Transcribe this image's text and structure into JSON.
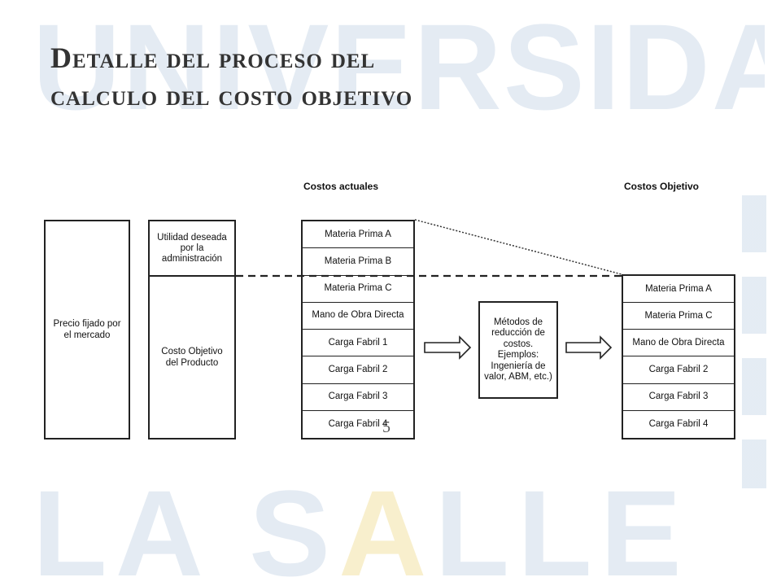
{
  "watermark": {
    "top": "UNIVERSIDAD DE",
    "bottom_a": "LA S",
    "bottom_gold": "A",
    "bottom_b": "LLE"
  },
  "title": {
    "line1": "Detalle del proceso del",
    "line2": "calculo del costo objetivo"
  },
  "diagram": {
    "header_current": "Costos actuales",
    "header_target": "Costos Objetivo",
    "market_price": "Precio fijado por el mercado",
    "desired_profit": "Utilidad deseada por la administración",
    "target_cost": "Costo Objetivo del Producto",
    "current_costs": [
      "Materia Prima A",
      "Materia Prima B",
      "Materia Prima C",
      "Mano de Obra Directa",
      "Carga Fabril 1",
      "Carga Fabril 2",
      "Carga Fabril 3",
      "Carga Fabril 4"
    ],
    "methods": "Métodos de reducción de costos. Ejemplos: Ingeniería de valor, ABM, etc.)",
    "target_costs": [
      "Materia Prima A",
      "Materia Prima C",
      "Mano de Obra Directa",
      "Carga Fabril 2",
      "Carga Fabril 3",
      "Carga Fabril 4"
    ]
  },
  "page_number": "5"
}
